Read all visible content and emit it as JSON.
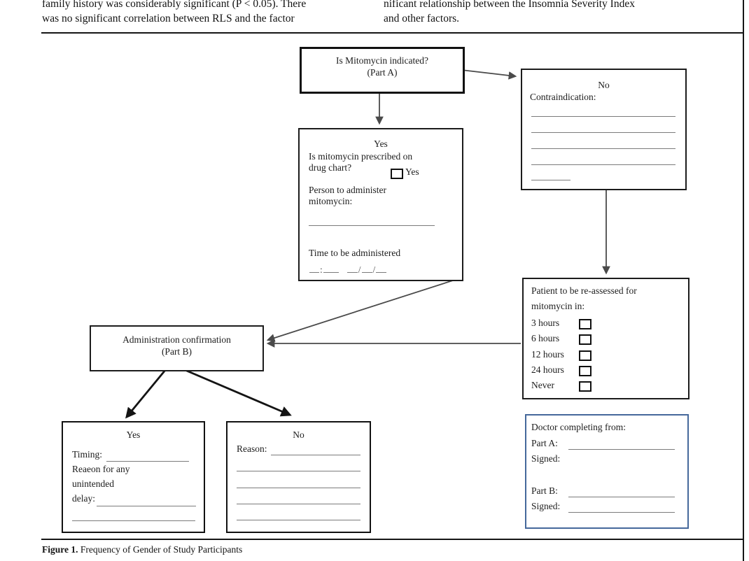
{
  "article": {
    "left_col": {
      "line1": "family history was considerably significant (P < 0.05). There",
      "line2": "was no significant correlation between RLS and the factor"
    },
    "right_col": {
      "line1": "nificant relationship between the Insomnia Severity Index",
      "line2": "and other factors."
    }
  },
  "figure": {
    "caption": {
      "label": "Figure 1.",
      "text": " Frequency of Gender of Study Participants"
    },
    "box_indicated": {
      "line1": "Is Mitomycin indicated?",
      "line2": "(Part A)"
    },
    "box_no_contra": {
      "line1": "No",
      "line2": "Contraindication:"
    },
    "box_prescribed": {
      "yes_label": "Yes",
      "question_line1": "Is mitomycin prescribed on",
      "question_line2": "drug chart?",
      "checkbox_label": "Yes",
      "person_line1": "Person to administer",
      "person_line2": "mitomycin:",
      "time_label": "Time to be administered",
      "colon": ":",
      "slash": "/"
    },
    "box_reassess": {
      "title_line1": "Patient to be re-assessed for",
      "title_line2": "mitomycin in:",
      "options": [
        {
          "label": "3 hours"
        },
        {
          "label": "6 hours"
        },
        {
          "label": "12 hours"
        },
        {
          "label": "24 hours"
        },
        {
          "label": "Never"
        }
      ]
    },
    "box_admin": {
      "line1": "Administration confirmation",
      "line2": "(Part B)"
    },
    "box_yes": {
      "title": "Yes",
      "timing_label": "Timing:",
      "reason_line1": "Reaeon for any",
      "reason_line2": "unintended",
      "reason_line3": "delay:"
    },
    "box_no": {
      "title": "No",
      "reason_label": "Reason:"
    },
    "box_doctor": {
      "title": "Doctor completing from:",
      "part_a_label": "Part A:",
      "signed_a_label": "Signed:",
      "part_b_label": "Part B:",
      "signed_b_label": "Signed:"
    }
  },
  "colors": {
    "text": "#121212",
    "box_border": "#1c1c1c",
    "doctor_border": "#45689b",
    "blank_line": "#7b7b7b",
    "arrow_thin": "#4a4a4a",
    "arrow_thick": "#141414"
  }
}
